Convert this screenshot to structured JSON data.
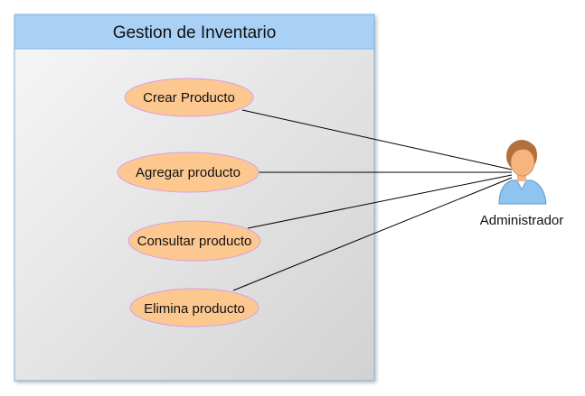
{
  "system": {
    "title": "Gestion de Inventario"
  },
  "use_cases": [
    {
      "label": "Crear Producto"
    },
    {
      "label": "Agregar producto"
    },
    {
      "label": "Consultar producto"
    },
    {
      "label": "Elimina producto"
    }
  ],
  "actor": {
    "label": "Administrador",
    "icon": "person-icon"
  },
  "colors": {
    "system_header": "#a9d0f5",
    "system_border": "#7fb2e0",
    "use_case_fill": "#fcc88f",
    "use_case_border": "#d89ee8",
    "actor_head": "#f5b57c",
    "actor_hair": "#b2703c",
    "actor_body": "#8fc4f0",
    "line": "#000000"
  }
}
